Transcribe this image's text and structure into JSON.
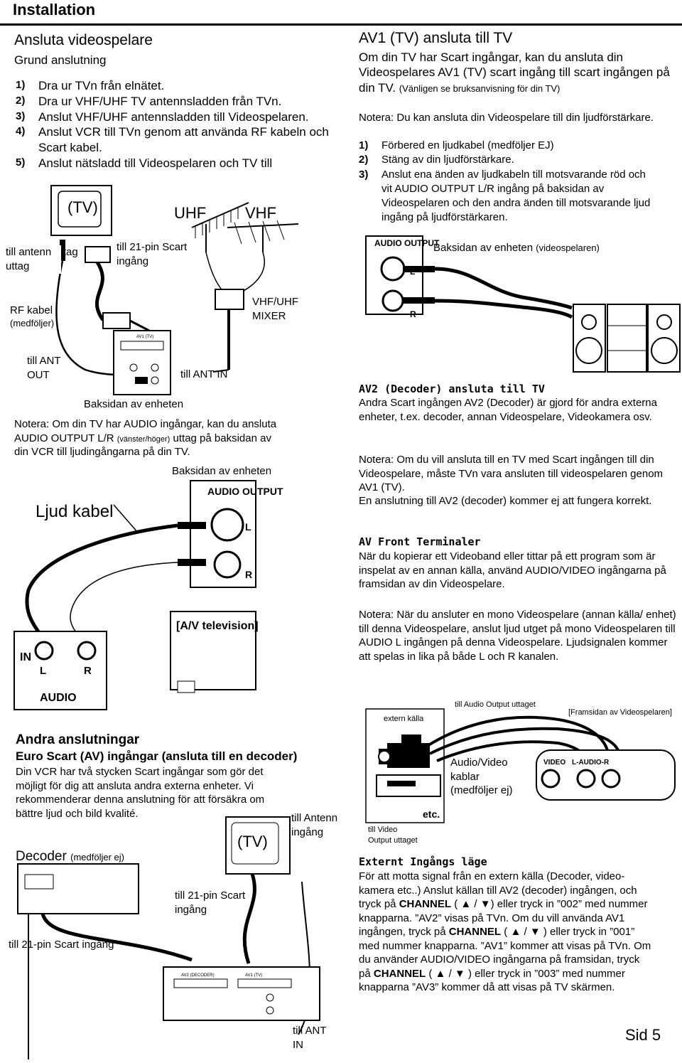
{
  "header": {
    "title": "Installation"
  },
  "left": {
    "heading": "Ansluta videospelare",
    "subheading": "Grund anslutning",
    "steps": [
      {
        "num": "1)",
        "text": "Dra ur TVn från elnätet."
      },
      {
        "num": "2)",
        "text": "Dra ur VHF/UHF TV antennsladden från TVn."
      },
      {
        "num": "3)",
        "text": "Anslut VHF/UHF antennsladden till Videospelaren."
      },
      {
        "num": "4)",
        "text": "Anslut VCR till TVn genom att använda RF kabeln och Scart kabel."
      },
      {
        "num": "5)",
        "text": "Anslut nätsladd till Videospelaren och TV till"
      }
    ],
    "diagram1": {
      "tv": "(TV)",
      "uhf": "UHF",
      "vhf": "VHF",
      "antenna_socket": "till antenn uttag",
      "scart_label": "till 21-pin Scart ingång",
      "rf_cable": "RF kabel",
      "rf_included": "(medföljer)",
      "mixer": "VHF/UHF MIXER",
      "ant_out": "till ANT OUT",
      "ant_in": "till ANT IN",
      "back_label": "Baksidan av enheten",
      "av1_small": "AV1 (TV)"
    },
    "note1": {
      "a": "Notera: Om din TV har AUDIO ingångar, kan du ansluta AUDIO OUTPUT L/R",
      "b": "(vänster/höger)",
      "c": "uttag på baksidan av din VCR till ljudingångarna på din TV."
    },
    "diagram2": {
      "back_label": "Baksidan av enheten",
      "cable": "Ljud kabel",
      "audio_output": "AUDIO OUTPUT",
      "l": "L",
      "r": "R",
      "av_tv": "[A/V television]",
      "in": "IN",
      "audio": "AUDIO"
    },
    "other": {
      "heading": "Andra anslutningar",
      "subheading": "Euro Scart (AV) ingångar (ansluta till en decoder)",
      "text": "Din VCR har två stycken Scart ingångar som gör det möjligt för dig att ansluta andra externa enheter. Vi rekommenderar denna anslutning för att försäkra om bättre ljud och bild kvalité."
    },
    "diagram3": {
      "tv": "(TV)",
      "antenna": "till Antenn ingång",
      "decoder": "Decoder",
      "decoder_note": "(medföljer ej)",
      "scart_tv": "till 21-pin Scart ingång",
      "scart_dec": "till 21-pin Scart ingång",
      "ant_in": "till ANT IN",
      "av2": "AV2 (DECODER)",
      "av1": "AV1 (TV)"
    }
  },
  "right": {
    "av1": {
      "heading": "AV1 (TV) ansluta till TV",
      "text": "Om din TV har Scart ingångar, kan du ansluta din Videospelares AV1 (TV) scart ingång till scart ingången på din TV.",
      "note_small": "(Vänligen se bruksanvisning för din TV)",
      "note": "Notera: Du kan ansluta din Videospelare till din ljudförstärkare.",
      "steps": [
        {
          "num": "1)",
          "text": "Förbered en ljudkabel (medföljer EJ)"
        },
        {
          "num": "2)",
          "text": "Stäng av din ljudförstärkare."
        },
        {
          "num": "3)",
          "text": "Anslut ena änden av ljudkabeln till motsvarande röd och vit AUDIO OUTPUT L/R ingång på baksidan av Videospelaren och den andra änden till motsvarande ljud ingång på ljudförstärkaren."
        }
      ],
      "back_label": "Baksidan av enheten",
      "back_small": "(videospelaren)",
      "audio_output": "AUDIO OUTPUT",
      "l": "L",
      "r": "R"
    },
    "av2": {
      "heading": "AV2 (Decoder) ansluta till TV",
      "text": "Andra Scart ingången AV2 (Decoder) är gjord för andra externa enheter, t.ex. decoder, annan Videospelare, Videokamera osv.",
      "note": "Notera: Om du vill ansluta till en TV med Scart ingången till din Videospelare, måste TVn vara ansluten till videospelaren genom AV1 (TV).",
      "note2": "En anslutning till AV2 (decoder) kommer ej att fungera korrekt."
    },
    "front": {
      "heading": "AV Front Terminaler",
      "text": "När du kopierar ett Videoband eller tittar på ett program som är inspelat av en annan källa, använd AUDIO/VIDEO ingångarna på framsidan av din Videospelare.",
      "note": "Notera: När du ansluter en mono Videospelare (annan källa/ enhet) till denna Videospelare, anslut ljud utget på mono Videospelaren till AUDIO L ingången på denna Videospelare. Ljudsignalen kommer att spelas in lika på både L och R kanalen."
    },
    "diagram4": {
      "audio_out": "till Audio Output uttaget",
      "front": "[Framsidan av Videospelaren]",
      "source": "extern källa",
      "cables1": "Audio/Video",
      "cables2": "kablar",
      "cables3": "(medföljer ej)",
      "video_out1": "till Video",
      "video_out2": "Output uttaget",
      "video": "VIDEO",
      "laudior": "L-AUDIO-R",
      "etc": "etc."
    },
    "external": {
      "heading": "Externt Ingångs läge",
      "lines": [
        "För att motta signal från en extern källa (Decoder, video-",
        "kamera etc..) Anslut källan till AV2 (decoder) ingången, och",
        "knapparna. ”AV2” visas på TVn. Om du vill använda AV1",
        "med nummer knapparna. ”AV1” kommer att visas på TVn. Om",
        "du använder AUDIO/VIDEO ingångarna på framsidan, tryck",
        "knapparna ”AV3” kommer då att visas på TV skärmen."
      ],
      "tryck": "tryck på",
      "channel": "CHANNEL",
      "slash": "/",
      "press1": ") eller tryck in ”002” med nummer",
      "press2_pre": "ingången, tryck på",
      "press2": ") eller tryck in ”001”",
      "press3_pre": "på",
      "press3": "eller tryck in ”003” med nummer"
    }
  },
  "footer": {
    "page": "Sid 5"
  }
}
